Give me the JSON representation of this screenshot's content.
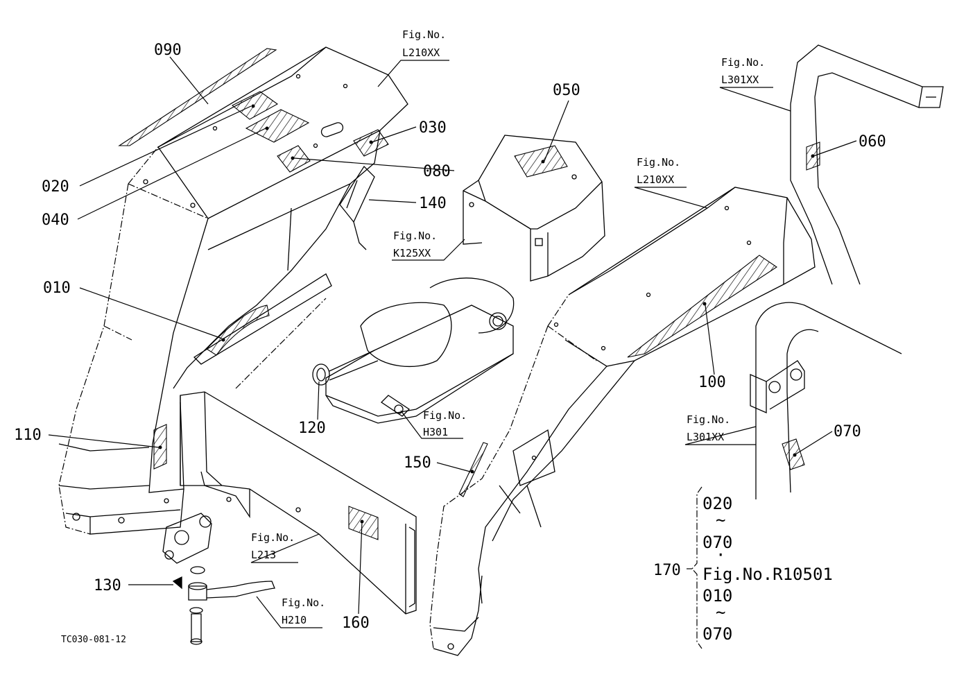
{
  "drawing_code": "TC030-081-12",
  "parts": {
    "p010": "010",
    "p020": "020",
    "p030": "030",
    "p040": "040",
    "p050": "050",
    "p060": "060",
    "p070": "070",
    "p080": "080",
    "p090": "090",
    "p100": "100",
    "p110": "110",
    "p120": "120",
    "p130": "130",
    "p140": "140",
    "p150": "150",
    "p160": "160",
    "p170": "170"
  },
  "figure_refs": {
    "fig_label": "Fig.No.",
    "l210_top": "L210XX",
    "l210_right": "L210XX",
    "l301_top": "L301XX",
    "l301_bottom": "L301XX",
    "k125": "K125XX",
    "h301": "H301",
    "l213": "L213",
    "h210": "H210"
  },
  "set_note": {
    "line1": "020",
    "tilde1": "~",
    "line2": "070",
    "sep": "·",
    "line3": "Fig.No.R10501",
    "line4": "010",
    "tilde2": "~",
    "line5": "070"
  }
}
